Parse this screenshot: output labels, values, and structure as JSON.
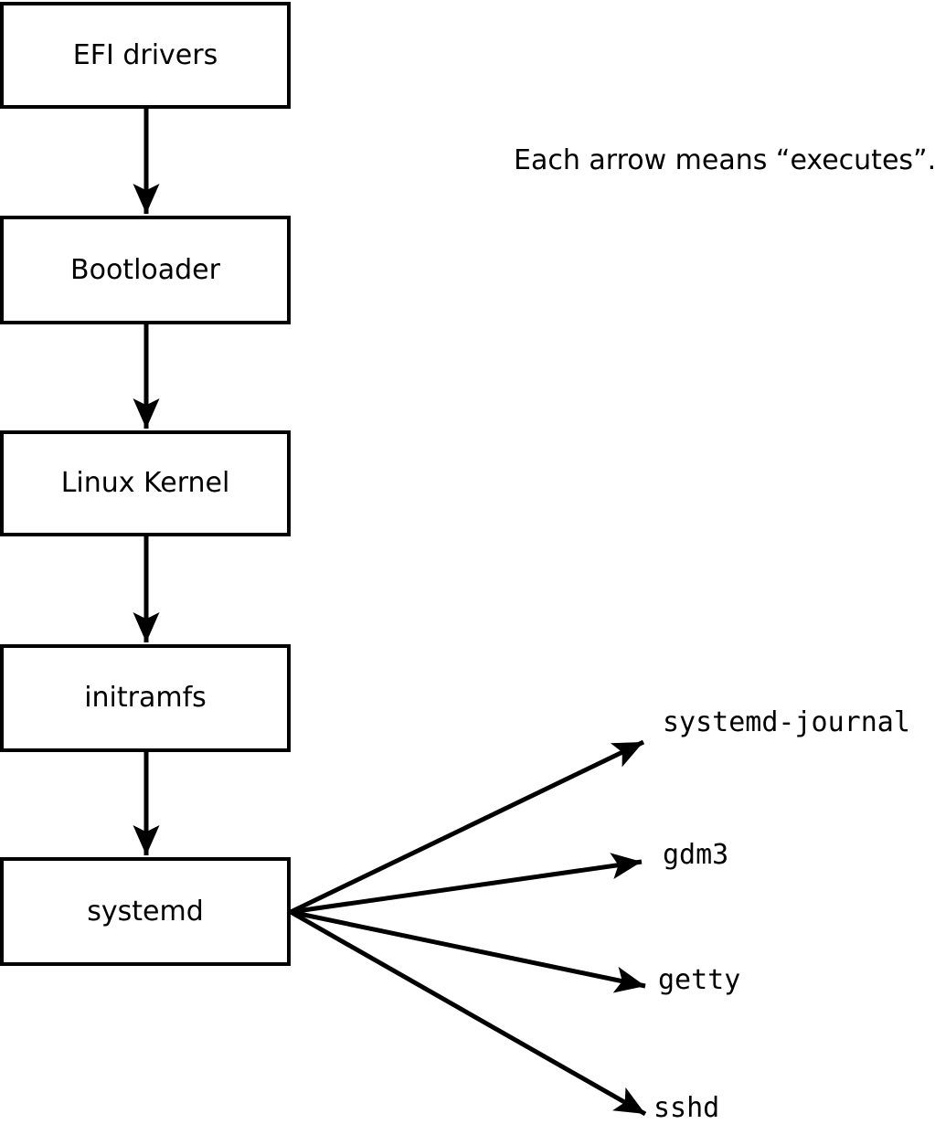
{
  "diagram": {
    "title_note": "Each arrow means “executes”.",
    "arrow_relation": "executes",
    "boot_chain": [
      {
        "label": "EFI drivers"
      },
      {
        "label": "Bootloader"
      },
      {
        "label": "Linux Kernel"
      },
      {
        "label": "initramfs"
      },
      {
        "label": "systemd"
      }
    ],
    "services": [
      {
        "label": "systemd-journal"
      },
      {
        "label": "gdm3"
      },
      {
        "label": "getty"
      },
      {
        "label": "sshd"
      }
    ],
    "colors": {
      "ink": "#000000",
      "background": "#ffffff"
    }
  }
}
